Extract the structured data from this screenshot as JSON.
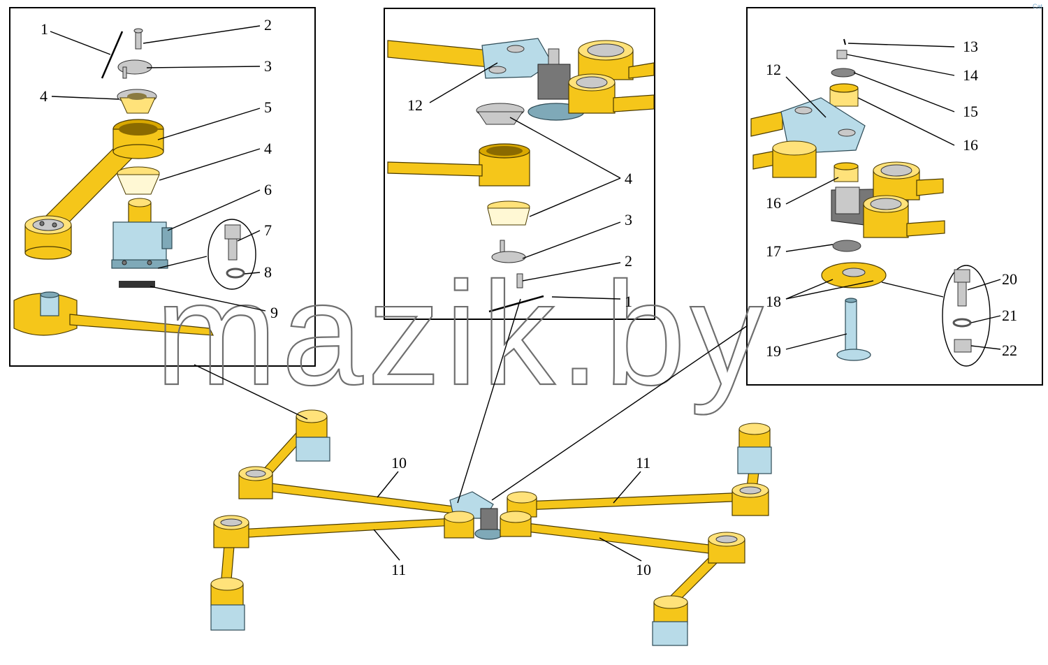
{
  "watermark": "mazik.by",
  "corner_mark": "Cat",
  "callouts": {
    "left_panel": [
      "1",
      "2",
      "3",
      "4",
      "5",
      "4",
      "6",
      "7",
      "8",
      "9"
    ],
    "middle_panel": [
      "12",
      "4",
      "3",
      "2",
      "1"
    ],
    "right_panel": [
      "13",
      "14",
      "12",
      "15",
      "16",
      "16",
      "17",
      "18",
      "19",
      "20",
      "21",
      "22"
    ],
    "assembly": [
      "10",
      "11",
      "11",
      "10"
    ]
  },
  "colors": {
    "frame_yellow": "#f5c61a",
    "bracket_blue": "#b8dbe8",
    "hardware_gray": "#c9c9c9"
  }
}
